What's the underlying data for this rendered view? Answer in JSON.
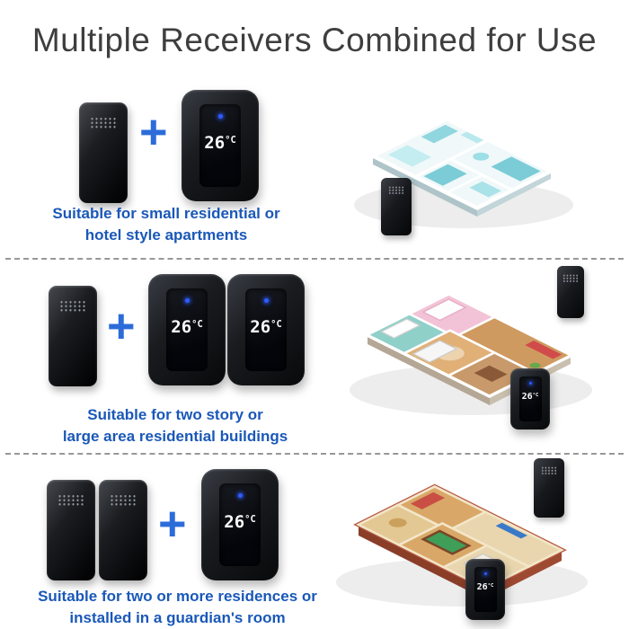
{
  "title": "Multiple Receivers Combined for Use",
  "plus": "+",
  "device": {
    "temp": "26",
    "unit": "°C"
  },
  "colors": {
    "accent_blue": "#2c6cd9",
    "caption_blue": "#1a58b8",
    "device_black": "#121316",
    "led_blue": "#2f5bff"
  },
  "sections": [
    {
      "id": "small-residential",
      "caption_line1": "Suitable for small residential or",
      "caption_line2": "hotel style apartments",
      "transmitters": 1,
      "receivers": 1
    },
    {
      "id": "two-story",
      "caption_line1": "Suitable for two story or",
      "caption_line2": "large area residential buildings",
      "transmitters": 1,
      "receivers": 2
    },
    {
      "id": "multi-residence",
      "caption_line1": "Suitable for two or more residences or",
      "caption_line2": "installed in a guardian's room",
      "transmitters": 2,
      "receivers": 1
    }
  ]
}
